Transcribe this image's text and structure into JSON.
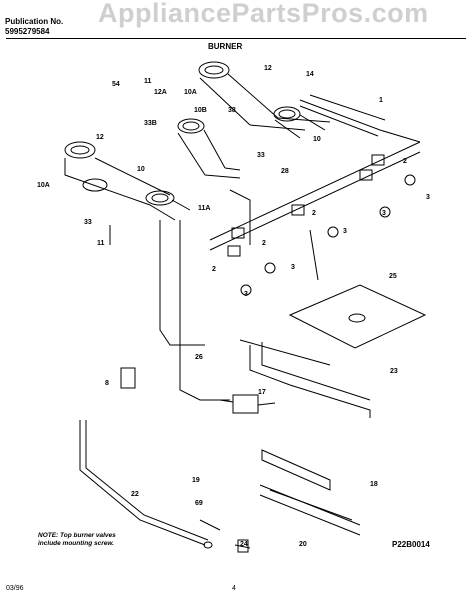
{
  "watermark": "AppliancePartsPros.com",
  "header": {
    "publication_label": "Publication No.",
    "publication_number": "5995279584",
    "section_title": "BURNER"
  },
  "callouts": {
    "c54": "54",
    "c11a": "11",
    "c12a": "12A",
    "c10a_top": "10A",
    "c12_top": "12",
    "c14": "14",
    "c1": "1",
    "c10b": "10B",
    "c38": "38",
    "c33b": "33B",
    "c33_mid": "33",
    "c10_top": "10",
    "c12_left": "12",
    "c10_left": "10",
    "c10a_left": "10A",
    "c11a_mid": "11A",
    "c2_a": "2",
    "c2_b": "2",
    "c2_c": "2",
    "c2_d": "2",
    "c3_a": "3",
    "c3_b": "3",
    "c3_c": "3",
    "c3_d": "3",
    "c3_e": "3",
    "c28": "28",
    "c33_left": "33",
    "c11_left": "11",
    "c25": "25",
    "c26": "26",
    "c23": "23",
    "c8": "8",
    "c17": "17",
    "c19": "19",
    "c69": "69",
    "c18": "18",
    "c22": "22",
    "c24": "24",
    "c20": "20"
  },
  "note": {
    "line1": "NOTE: Top burner valves",
    "line2": "include mounting screw."
  },
  "footer": {
    "date": "03/96",
    "page": "4",
    "diagram_code": "P22B0014"
  }
}
